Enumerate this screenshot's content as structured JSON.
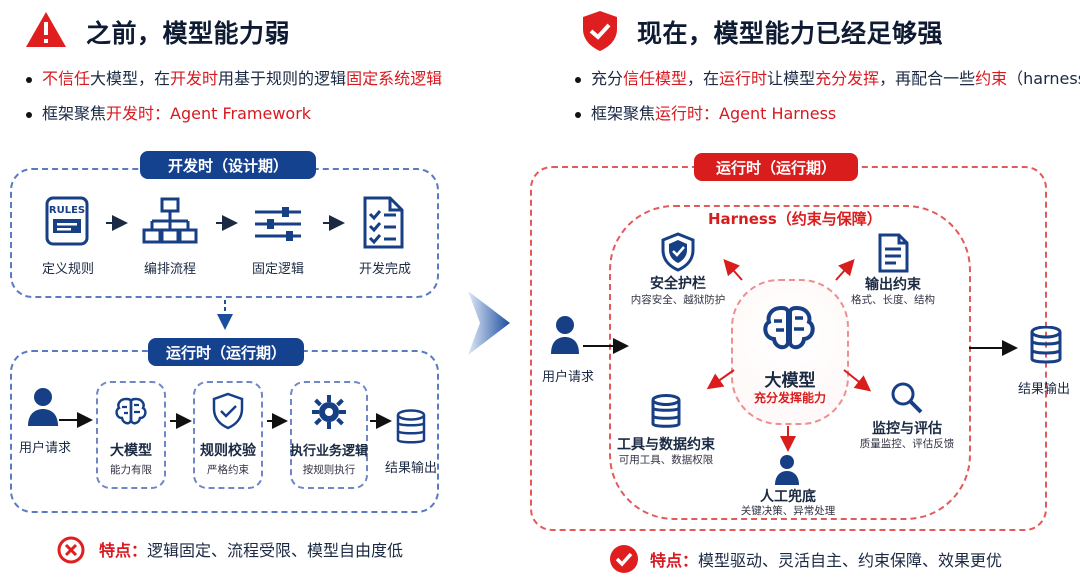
{
  "left": {
    "title": "之前，模型能力弱",
    "bullets": [
      {
        "p1": "不信任",
        "p2": "大模型，在",
        "p3": "开发时",
        "p4": "用基于规则的逻辑",
        "p5": "固定系统逻辑"
      },
      {
        "p1": "框架聚焦",
        "p2": "开发时：Agent Framework"
      }
    ],
    "dev": {
      "title": "开发时（设计期）",
      "steps": [
        {
          "label": "定义规则",
          "tag": "RULES"
        },
        {
          "label": "编排流程"
        },
        {
          "label": "固定逻辑"
        },
        {
          "label": "开发完成"
        }
      ]
    },
    "run": {
      "title": "运行时（运行期）",
      "items": [
        {
          "label": "用户请求"
        },
        {
          "label": "大模型",
          "sub": "能力有限"
        },
        {
          "label": "规则校验",
          "sub": "严格约束"
        },
        {
          "label": "执行业务逻辑",
          "sub": "按规则执行"
        },
        {
          "label": "结果输出"
        }
      ]
    },
    "feature": {
      "p1": "特点：",
      "p2": "逻辑固定、流程受限、模型自由度低"
    }
  },
  "right": {
    "title": "现在，模型能力已经足够强",
    "bullets": [
      {
        "p1": "充分",
        "p2": "信任模型",
        "p3": "，在",
        "p4": "运行时",
        "p5": "让模型",
        "p6": "充分发挥",
        "p7": "，再配合一些",
        "p8": "约束",
        "p9": "（harness）"
      },
      {
        "p1": "框架聚焦",
        "p2": "运行时：Agent Harness"
      }
    ],
    "run_title": "运行时（运行期）",
    "harness_title": "Harness（约束与保障）",
    "user": "用户请求",
    "result": "结果输出",
    "center": {
      "label": "大模型",
      "sub": "充分发挥能力"
    },
    "nodes": [
      {
        "label": "安全护栏",
        "sub": "内容安全、越狱防护"
      },
      {
        "label": "输出约束",
        "sub": "格式、长度、结构"
      },
      {
        "label": "工具与数据约束",
        "sub": "可用工具、数据权限"
      },
      {
        "label": "监控与评估",
        "sub": "质量监控、评估反馈"
      },
      {
        "label": "人工兜底",
        "sub": "关键决策、异常处理"
      }
    ],
    "feature": {
      "p1": "特点：",
      "p2": "模型驱动、灵活自主、约束保障、效果更优"
    }
  },
  "colors": {
    "navy": "#15428f",
    "red": "#d91d1d",
    "dash_blue": "#5a7bc1",
    "dash_red": "#e45a5a"
  }
}
